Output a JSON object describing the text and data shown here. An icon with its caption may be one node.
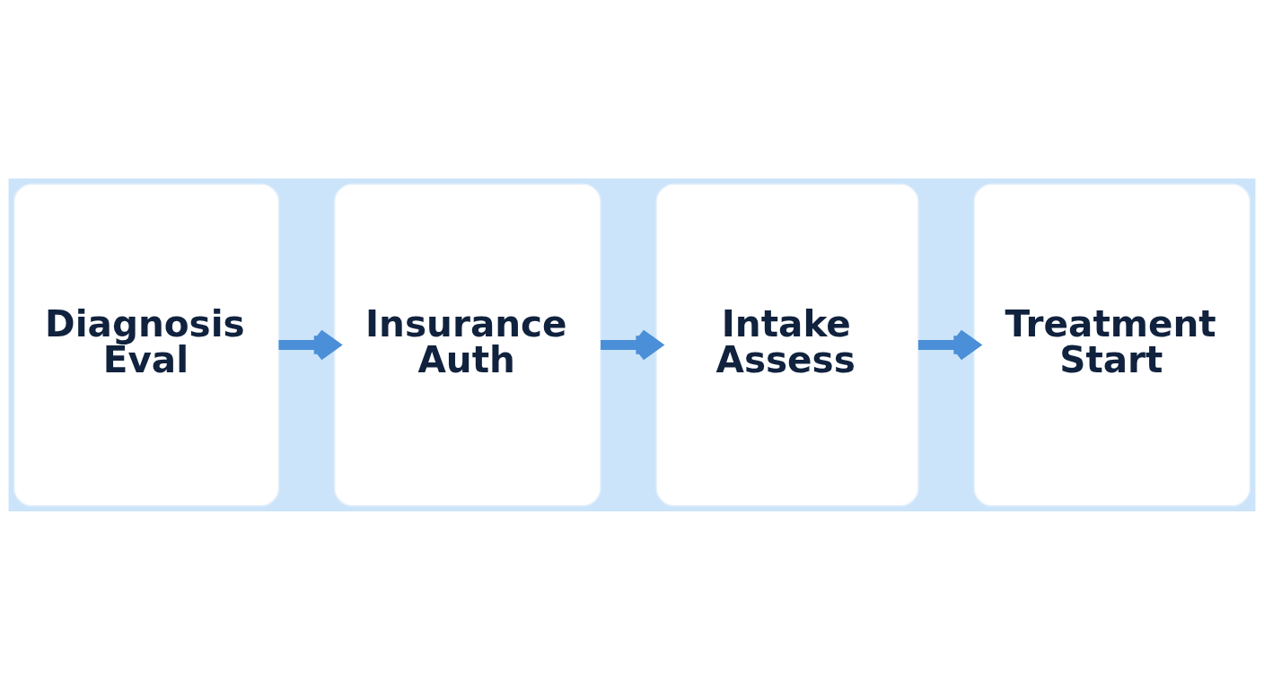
{
  "diagram": {
    "nodes": [
      {
        "text": [
          "Diagnosis Eval"
        ]
      },
      {
        "text": [
          "Insurance Auth"
        ]
      },
      {
        "text": [
          "Intake Assess"
        ]
      },
      {
        "text": [
          "Treatment Start"
        ]
      }
    ],
    "edges": [
      {
        "from": 0,
        "to": 1,
        "arrow": "to"
      },
      {
        "from": 1,
        "to": 2,
        "arrow": "to"
      },
      {
        "from": 2,
        "to": 3,
        "arrow": "to"
      }
    ]
  }
}
